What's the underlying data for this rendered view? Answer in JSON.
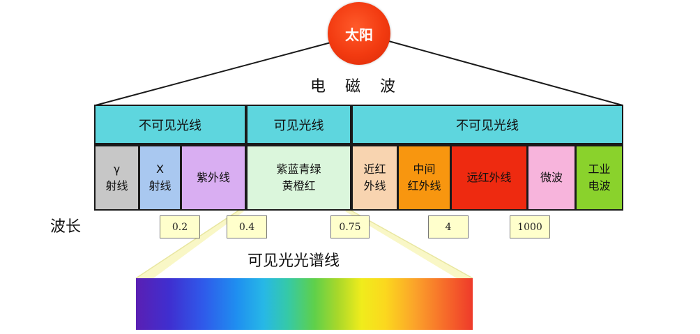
{
  "sun": {
    "label": "太阳",
    "color": "#f23a10"
  },
  "em_title": "电磁波",
  "categories": [
    {
      "label": "不可见光线",
      "color": "#5ed6de"
    },
    {
      "label": "可见光线",
      "color": "#5ed6de"
    },
    {
      "label": "不可见光线",
      "color": "#5ed6de"
    }
  ],
  "bands": [
    {
      "label": "γ\n射线",
      "color": "#c7c7c7"
    },
    {
      "label": "X\n射线",
      "color": "#a9c8f0"
    },
    {
      "label": "紫外线",
      "color": "#d9aef2"
    },
    {
      "label": "紫蓝青绿\n黄橙红",
      "color": "#dbf6dc"
    },
    {
      "label": "近红\n外线",
      "color": "#f8d4b0"
    },
    {
      "label": "中间\n红外线",
      "color": "#f8960f"
    },
    {
      "label": "远红外线",
      "color": "#ee2a10"
    },
    {
      "label": "微波",
      "color": "#f7b4dc"
    },
    {
      "label": "工业\n电波",
      "color": "#8ad22c"
    }
  ],
  "wavelength": {
    "label": "波长",
    "marks": [
      "0.2",
      "0.4",
      "0.75",
      "4",
      "1000"
    ]
  },
  "visible_spectrum": {
    "label": "可见光光谱线"
  }
}
